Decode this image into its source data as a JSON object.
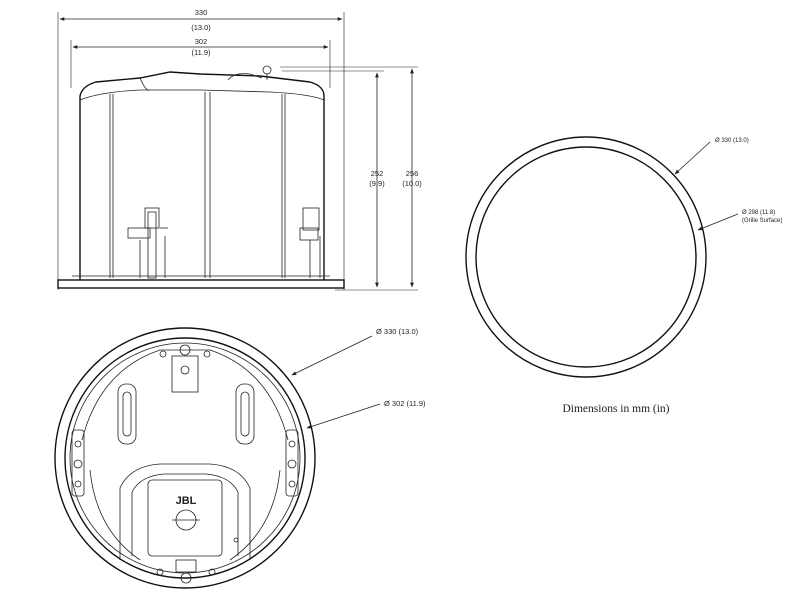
{
  "side_view": {
    "width_outer": "330",
    "width_outer_in": "(13.0)",
    "width_inner": "302",
    "width_inner_in": "(11.9)",
    "height_a": "252",
    "height_a_in": "(9.9)",
    "height_b": "256",
    "height_b_in": "(10.0)"
  },
  "grille_view": {
    "outer_label": "Ø 330  (13.0)",
    "inner_label": "Ø 298  (11.8)",
    "inner_note": "(Grille Surface)"
  },
  "bottom_view": {
    "outer_label": "Ø 330  (13.0)",
    "inner_label": "Ø 302  (11.9)",
    "logo_text": "JBL"
  },
  "caption": "Dimensions in mm (in)"
}
